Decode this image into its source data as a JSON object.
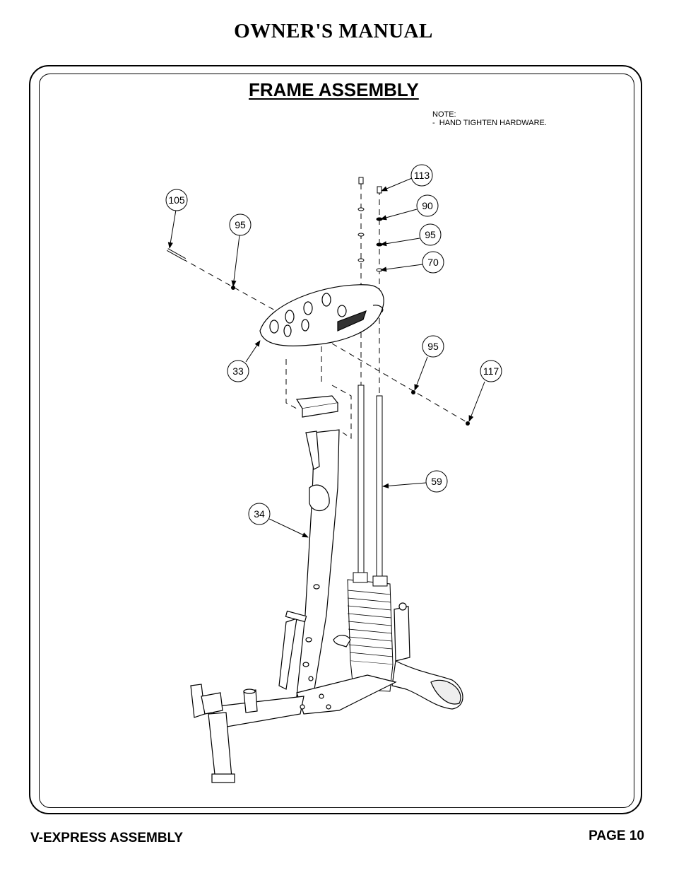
{
  "header": {
    "title": "OWNER'S MANUAL"
  },
  "section": {
    "title": "FRAME ASSEMBLY"
  },
  "note": {
    "text": "NOTE:\n-  HAND TIGHTEN HARDWARE."
  },
  "callouts": {
    "c105": "105",
    "c95a": "95",
    "c113": "113",
    "c90": "90",
    "c95b": "95",
    "c70": "70",
    "c33": "33",
    "c95c": "95",
    "c117": "117",
    "c59": "59",
    "c34": "34"
  },
  "footer": {
    "left": "V-EXPRESS ASSEMBLY",
    "right": "PAGE 10"
  }
}
